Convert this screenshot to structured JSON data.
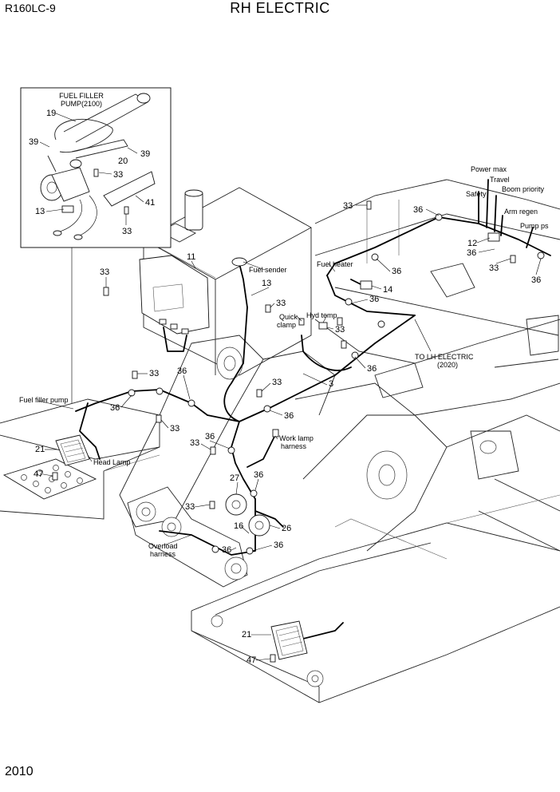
{
  "header": {
    "model": "R160LC-9",
    "title": "RH ELECTRIC",
    "page_number": "2010"
  },
  "inset": {
    "caption_line1": "FUEL FILLER",
    "caption_line2": "PUMP(2100)",
    "callouts": [
      "19",
      "39",
      "39",
      "20",
      "33",
      "41",
      "13",
      "33"
    ]
  },
  "labels": {
    "power_max": "Power max",
    "travel": "Travel",
    "safety": "Safety",
    "boom_priority": "Boom priority",
    "arm_regen": "Arm regen",
    "pump_ps": "Pump ps",
    "fuel_heater": "Fuel heater",
    "fuel_sender": "Fuel sender",
    "quick_clamp_1": "Quick",
    "quick_clamp_2": "clamp",
    "hyd_temp": "Hyd temp",
    "to_lh_1": "TO LH ELECTRIC",
    "to_lh_2": "(2020)",
    "fuel_filler_pump": "Fuel filler pump",
    "head_lamp": "Head Lamp",
    "work_lamp_1": "Work lamp",
    "work_lamp_2": "harness",
    "overload_1": "Overload",
    "overload_2": "harness"
  },
  "callouts": {
    "c11": "11",
    "c33a": "33",
    "c33b": "33",
    "c13": "13",
    "c33c": "33",
    "c36a": "36",
    "c12": "12",
    "c36b": "36",
    "c33d": "33",
    "c36c": "36",
    "c36d": "36",
    "c14": "14",
    "c36e": "36",
    "c33e": "33",
    "c36f": "36",
    "c33f": "33",
    "c36g": "36",
    "c3": "3",
    "c33g": "33",
    "c36h": "36",
    "c36i": "36",
    "c33h": "33",
    "c36j": "36",
    "c33i": "33",
    "c21a": "21",
    "c47a": "47",
    "c27": "27",
    "c36k": "36",
    "c33j": "33",
    "c16": "16",
    "c26": "26",
    "c36l": "36",
    "c36m": "36",
    "c21b": "21",
    "c47b": "47"
  }
}
